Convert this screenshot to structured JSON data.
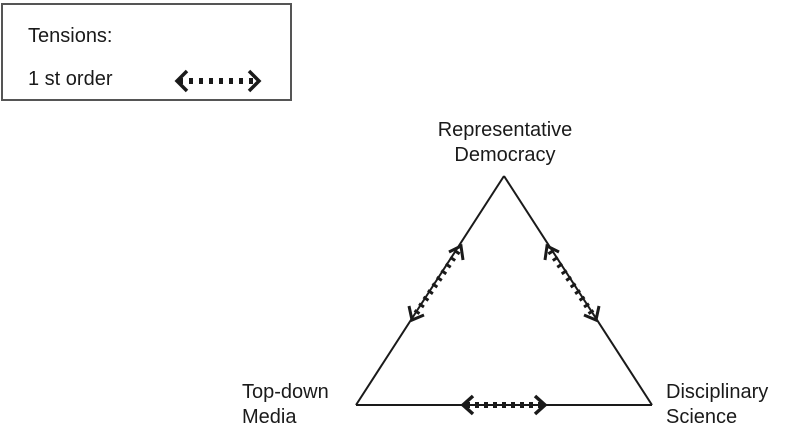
{
  "legend": {
    "title": "Tensions:",
    "entries": [
      {
        "label": "1 st order",
        "icon": "dashed-double-arrow-icon"
      }
    ]
  },
  "nodes": {
    "top": {
      "line1": "Representative",
      "line2": "Democracy"
    },
    "left": {
      "line1": "Top-down",
      "line2": "Media"
    },
    "right": {
      "line1": "Disciplinary",
      "line2": "Science"
    }
  },
  "tensions": [
    {
      "between": [
        "Representative Democracy",
        "Top-down Media"
      ],
      "order": "1 st order"
    },
    {
      "between": [
        "Representative Democracy",
        "Disciplinary Science"
      ],
      "order": "1 st order"
    },
    {
      "between": [
        "Top-down Media",
        "Disciplinary Science"
      ],
      "order": "1 st order"
    }
  ],
  "colors": {
    "line": "#1a1a1a",
    "border": "#555555",
    "background": "#ffffff"
  }
}
